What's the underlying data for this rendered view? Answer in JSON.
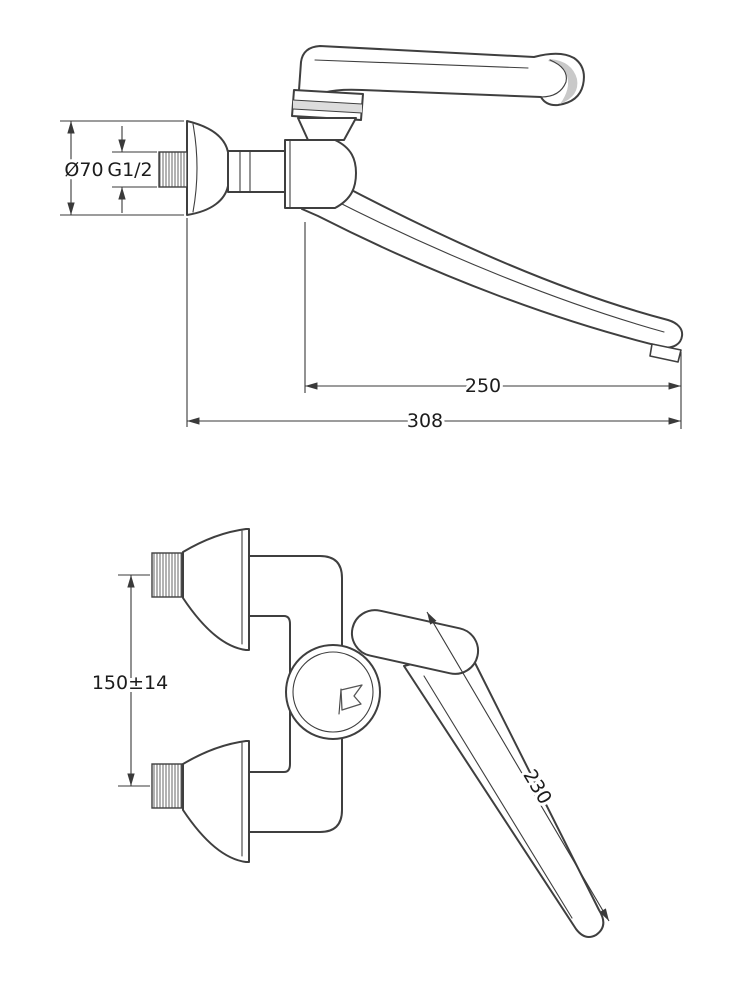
{
  "title": "wall-mounted-lever-mixer-dimension-drawing",
  "colors": {
    "line": "#3f3f3f",
    "text": "#1c1c1c",
    "background": "#ffffff"
  },
  "icons": {
    "brand_mark": "flag-pennant"
  },
  "side_view": {
    "dims": {
      "flange_diameter": "Ø70",
      "thread_size": "G1/2",
      "spout_reach": "250",
      "overall_reach": "308"
    }
  },
  "front_view": {
    "dims": {
      "inlet_center_distance": "150±14",
      "lever_length": "230"
    }
  }
}
